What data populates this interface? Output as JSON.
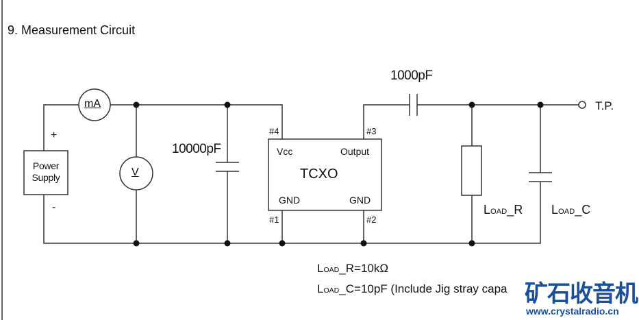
{
  "section_title": "9. Measurement Circuit",
  "components": {
    "ammeter": "mA",
    "voltmeter": "V",
    "power_supply": "Power\nSupply",
    "plus": "+",
    "minus": "-",
    "bypass_cap": "10000pF",
    "coupling_cap": "1000pF",
    "tcxo": "TCXO",
    "vcc": "Vcc",
    "output": "Output",
    "gnd1": "GND",
    "gnd2": "GND",
    "pin1": "#1",
    "pin2": "#2",
    "pin3": "#3",
    "pin4": "#4",
    "test_point": "T.P.",
    "load_r_label": {
      "main": "L",
      "sub": "OAD",
      "rest": "_R"
    },
    "load_c_label": {
      "main": "L",
      "sub": "OAD",
      "rest": "_C"
    }
  },
  "notes": {
    "load_r": {
      "main": "L",
      "sub": "OAD",
      "rest": "_R=10kΩ"
    },
    "load_c": {
      "main": "L",
      "sub": "OAD",
      "rest": "_C=10pF (Include Jig stray capa"
    }
  },
  "watermark": {
    "logo": "矿石收音机",
    "url": "www.crystalradio.cn",
    "color": "#1a4f9c"
  },
  "colors": {
    "line": "#333333"
  }
}
